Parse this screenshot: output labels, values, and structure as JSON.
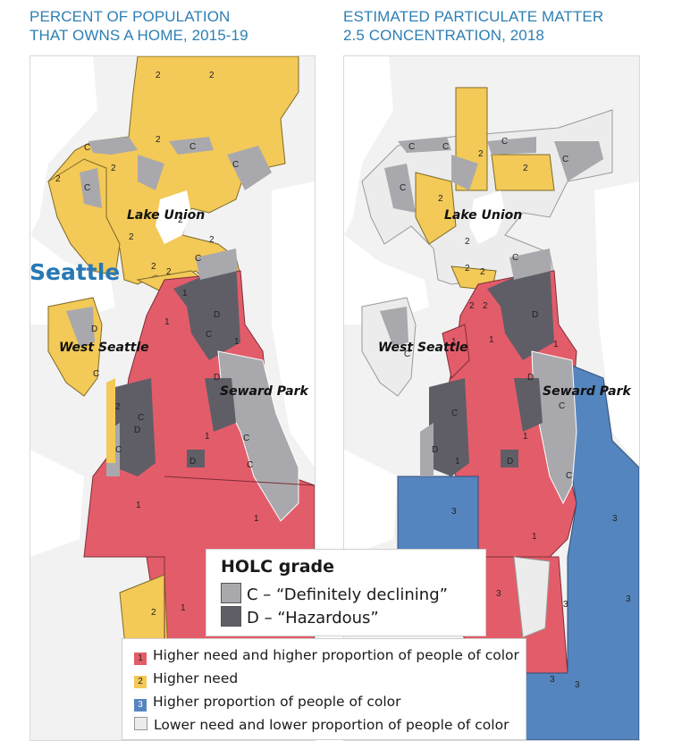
{
  "panels": [
    {
      "title_lines": [
        "PERCENT OF POPULATION",
        "THAT OWNS A HOME, 2015-19"
      ],
      "place_labels": [
        "Lake Union",
        "West Seattle",
        "Seward Park"
      ]
    },
    {
      "title_lines": [
        "ESTIMATED PARTICULATE MATTER",
        "2.5 CONCENTRATION, 2018"
      ],
      "place_labels": [
        "Lake Union",
        "West Seattle",
        "Seward Park"
      ]
    }
  ],
  "city_label": "Seattle",
  "holc_legend": {
    "title": "HOLC grade",
    "items": [
      {
        "label": "C – “Definitely declining”",
        "color": "#a9a9ad"
      },
      {
        "label": "D – “Hazardous”",
        "color": "#5f5e66"
      }
    ]
  },
  "need_legend": {
    "items": [
      {
        "code": "1",
        "label": "Higher need and higher proportion of people of color",
        "color": "#e35c6a"
      },
      {
        "code": "2",
        "label": "Higher need",
        "color": "#f3c957"
      },
      {
        "code": "3",
        "label": "Higher proportion of people of color",
        "color": "#5585bf"
      },
      {
        "code": "",
        "label": "Lower need and lower proportion of people of color",
        "color": "#ececec"
      }
    ]
  },
  "colors": {
    "title": "#2e7fb3",
    "red": "#e35c6a",
    "yellow": "#f3c957",
    "blue": "#5585bf",
    "gray_low": "#ececec",
    "holc_c": "#a9a9ad",
    "holc_d": "#5f5e66",
    "water": "#ffffff"
  }
}
